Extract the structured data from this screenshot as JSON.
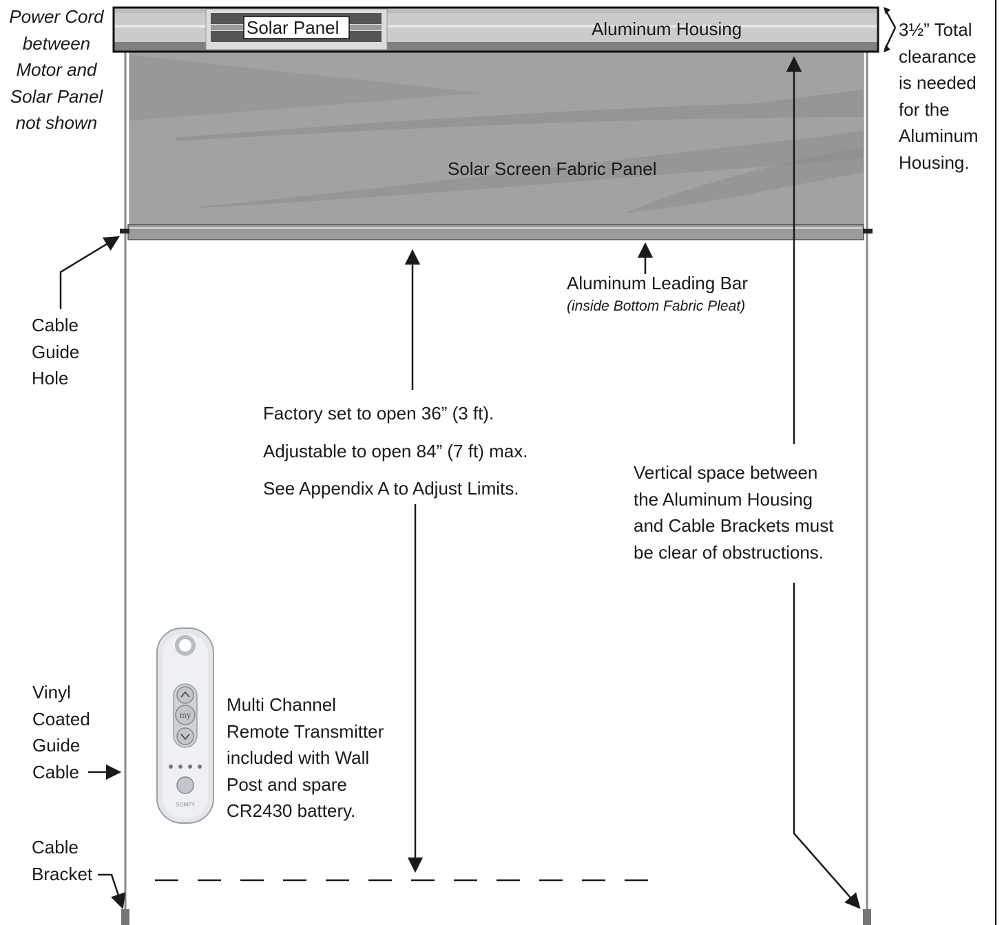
{
  "housing": {
    "solar_panel_label": "Solar Panel",
    "housing_label": "Aluminum Housing"
  },
  "fabric_label": "Solar Screen Fabric Panel",
  "power_cord_note": [
    "Power Cord",
    "between",
    "Motor and",
    "Solar Panel",
    "not shown"
  ],
  "clearance_note": [
    "3½” Total",
    "clearance",
    "is needed",
    "for the",
    "Aluminum",
    "Housing."
  ],
  "leading_bar": {
    "label": "Aluminum Leading Bar",
    "sublabel": "(inside Bottom Fabric Pleat)"
  },
  "cable_guide_hole": [
    "Cable",
    "Guide",
    "Hole"
  ],
  "open_notes": [
    "Factory set to open 36” (3 ft).",
    "Adjustable to open 84” (7 ft) max.",
    "See Appendix A to Adjust Limits."
  ],
  "vertical_space_note": [
    "Vertical space between",
    "the Aluminum Housing",
    "and Cable Brackets must",
    "be clear of obstructions."
  ],
  "remote_note": [
    "Multi Channel",
    "Remote Transmitter",
    "included with Wall",
    "Post and spare",
    "CR2430 battery."
  ],
  "remote": {
    "my_button": "my",
    "brand": "SOMFY"
  },
  "guide_cable": [
    "Vinyl",
    "Coated",
    "Guide",
    "Cable"
  ],
  "cable_bracket": [
    "Cable",
    "Bracket"
  ],
  "colors": {
    "housing": "#c9c9c9",
    "fabric": "#9a9a9a",
    "fabric_light": "#ababab",
    "ink": "#1a1a1a"
  }
}
